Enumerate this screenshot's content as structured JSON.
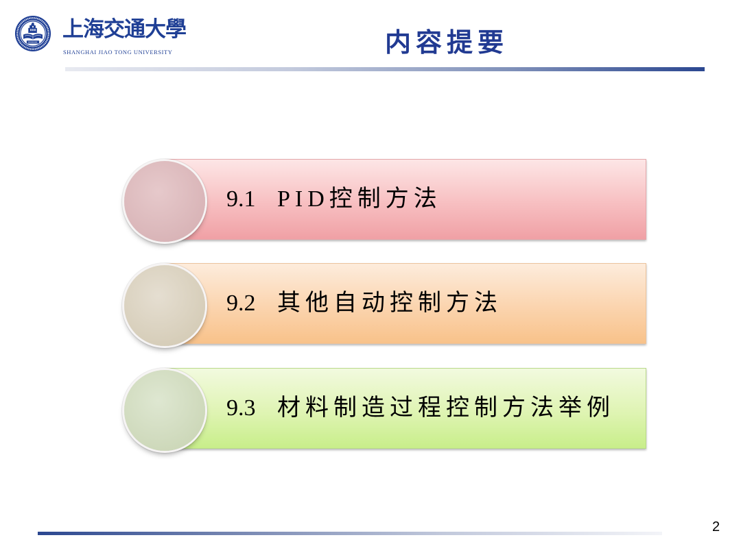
{
  "header": {
    "logo": {
      "emblem_icon": "university-emblem-icon",
      "name_cn": "上海交通大學",
      "name_en": "SHANGHAI JIAO TONG UNIVERSITY"
    },
    "title": "内容提要"
  },
  "agenda": {
    "items": [
      {
        "number": "9.1",
        "label": "PID控制方法",
        "colors": {
          "band_top": "#fde6e6",
          "band_mid": "#f7bfc1",
          "band_bottom": "#f0a0a5",
          "band_border": "#e4a7ab",
          "circle_light": "#e6c9cb",
          "circle_dark": "#d8b3b6"
        }
      },
      {
        "number": "9.2",
        "label": "其他自动控制方法",
        "colors": {
          "band_top": "#fdecdc",
          "band_mid": "#fbd4ae",
          "band_bottom": "#f8c28a",
          "band_border": "#ebc39c",
          "circle_light": "#e5ded1",
          "circle_dark": "#d5ccb7"
        }
      },
      {
        "number": "9.3",
        "label": "材料制造过程控制方法举例",
        "colors": {
          "band_top": "#f2fadf",
          "band_mid": "#dff4b3",
          "band_bottom": "#c8ee8a",
          "band_border": "#b9d98a",
          "circle_light": "#dee7d1",
          "circle_dark": "#ccd7b8"
        }
      }
    ]
  },
  "footer": {
    "page_number": "2"
  },
  "colors": {
    "brand_blue": "#1f3f95",
    "title_blue": "#213a92"
  }
}
